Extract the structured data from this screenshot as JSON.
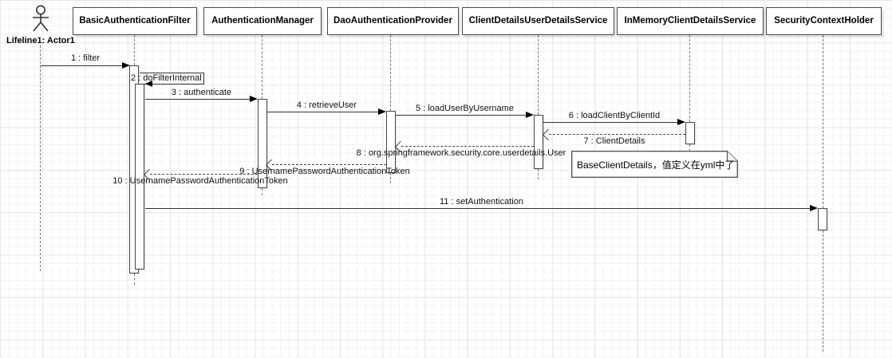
{
  "diagram": {
    "title_hint": "UML sequence diagram - Spring Security basic authentication flow",
    "actor": {
      "label": "Lifeline1: Actor1",
      "name": "Actor1"
    },
    "participants": [
      {
        "label": "BasicAuthenticationFilter"
      },
      {
        "label": "AuthenticationManager"
      },
      {
        "label": "DaoAuthenticationProvider"
      },
      {
        "label": "ClientDetailsUserDetailsService"
      },
      {
        "label": "InMemoryClientDetailsService"
      },
      {
        "label": "SecurityContextHolder"
      }
    ],
    "messages": [
      {
        "num": 1,
        "text": "1 : filter",
        "type": "solid",
        "from": "Actor1",
        "to": "BasicAuthenticationFilter"
      },
      {
        "num": 2,
        "text": "2 : doFilterInternal",
        "type": "self",
        "from": "BasicAuthenticationFilter",
        "to": "BasicAuthenticationFilter"
      },
      {
        "num": 3,
        "text": "3 : authenticate",
        "type": "solid",
        "from": "BasicAuthenticationFilter",
        "to": "AuthenticationManager"
      },
      {
        "num": 4,
        "text": "4 : retrieveUser",
        "type": "solid",
        "from": "AuthenticationManager",
        "to": "DaoAuthenticationProvider"
      },
      {
        "num": 5,
        "text": "5 : loadUserByUsername",
        "type": "solid",
        "from": "DaoAuthenticationProvider",
        "to": "ClientDetailsUserDetailsService"
      },
      {
        "num": 6,
        "text": "6 : loadClientByClientId",
        "type": "solid",
        "from": "ClientDetailsUserDetailsService",
        "to": "InMemoryClientDetailsService"
      },
      {
        "num": 7,
        "text": "7 : ClientDetails",
        "type": "dashed-return",
        "from": "InMemoryClientDetailsService",
        "to": "ClientDetailsUserDetailsService"
      },
      {
        "num": 8,
        "text": "8 : org.springframework.security.core.userdetails.User",
        "type": "dashed-return",
        "from": "ClientDetailsUserDetailsService",
        "to": "DaoAuthenticationProvider"
      },
      {
        "num": 9,
        "text": "9 : UsernamePasswordAuthenticationToken",
        "type": "dashed-return",
        "from": "DaoAuthenticationProvider",
        "to": "AuthenticationManager"
      },
      {
        "num": 10,
        "text": "10 : UsernamePasswordAuthenticationToken",
        "type": "dashed-return",
        "from": "AuthenticationManager",
        "to": "BasicAuthenticationFilter"
      },
      {
        "num": 11,
        "text": "11 : setAuthentication",
        "type": "solid",
        "from": "BasicAuthenticationFilter",
        "to": "SecurityContextHolder"
      }
    ],
    "note": {
      "text": "BaseClientDetails，值定义在yml中了"
    }
  },
  "colors": {
    "background": "#ffffff",
    "grid_minor": "#f3f3f3",
    "grid_major": "#e7e7e7",
    "shape_border": "#4a4a4a",
    "line": "#333333",
    "text": "#000000"
  }
}
